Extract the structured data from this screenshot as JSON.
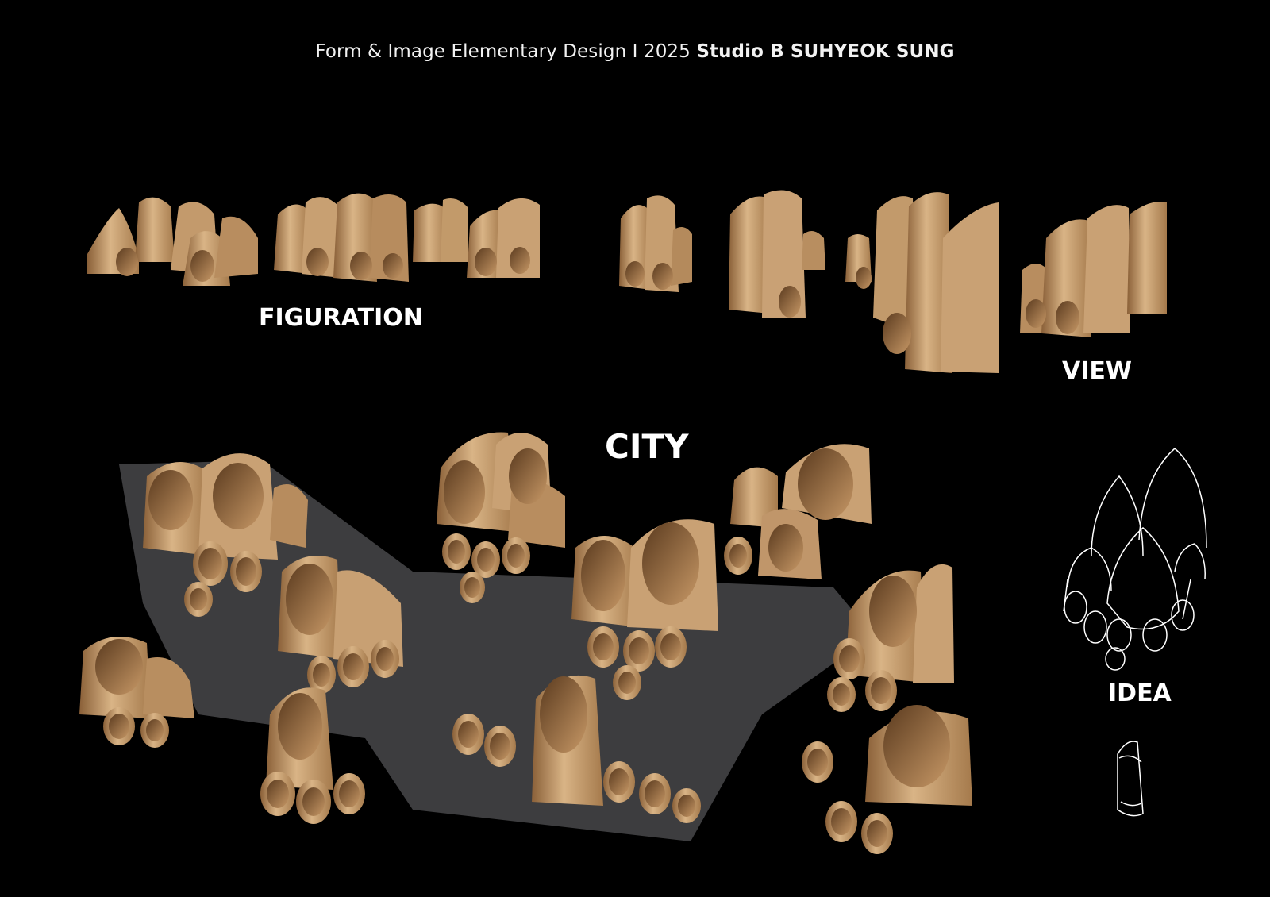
{
  "header": {
    "course": "Form & Image Elementary Design I 2025",
    "studio": "Studio B SUHYEOK SUNG"
  },
  "labels": {
    "figuration": "FIGURATION",
    "view": "VIEW",
    "city": "CITY",
    "idea": "IDEA"
  },
  "colors": {
    "background": "#000000",
    "paper": "#c9a074",
    "paper_light": "#dcb88d",
    "paper_shadow": "#7a5532",
    "ground": "#3a3a3c",
    "line_drawing": "#ffffff"
  }
}
